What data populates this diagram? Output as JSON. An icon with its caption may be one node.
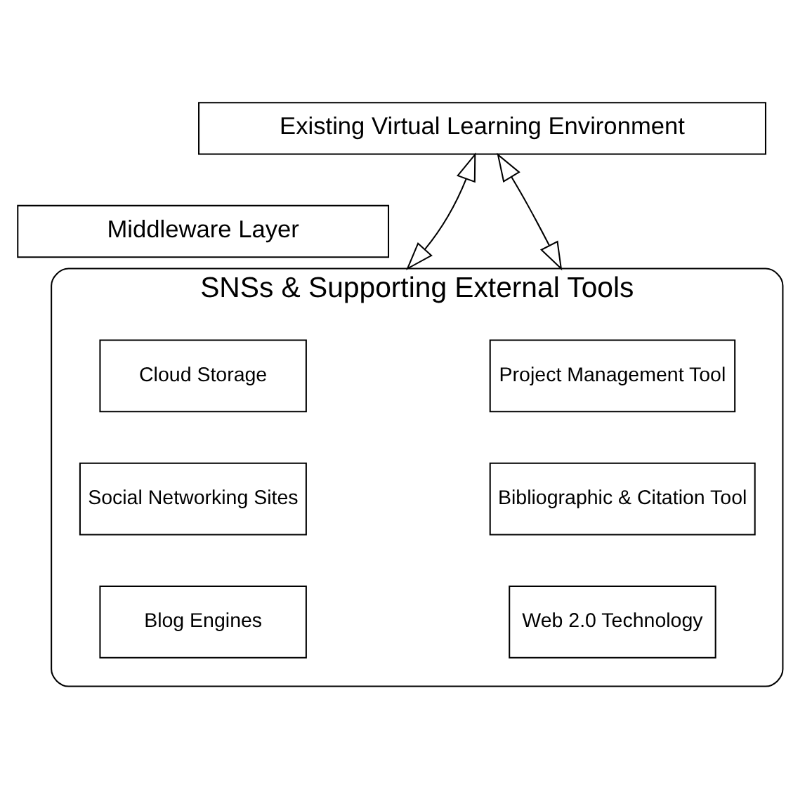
{
  "diagram": {
    "nodes": [
      {
        "text": [
          "Existing Virtual Learning Environment"
        ]
      },
      {
        "text": [
          "Middleware Layer"
        ]
      },
      {
        "text": [
          "SNSs & Supporting External Tools"
        ]
      },
      {
        "text": [
          "Cloud Storage"
        ],
        "in": 2
      },
      {
        "text": [
          "Project Management Tool"
        ],
        "in": 2
      },
      {
        "text": [
          "Social Networking Sites"
        ],
        "in": 2
      },
      {
        "text": [
          "Bibliographic & Citation Tool"
        ],
        "in": 2
      },
      {
        "text": [
          "Blog Engines"
        ],
        "in": 2
      },
      {
        "text": [
          "Web 2.0 Technology"
        ],
        "in": 2
      }
    ],
    "edges": [
      {
        "from": 0,
        "to": 2,
        "arrow": "both"
      },
      {
        "from": 0,
        "to": 2,
        "arrow": "both"
      }
    ]
  }
}
